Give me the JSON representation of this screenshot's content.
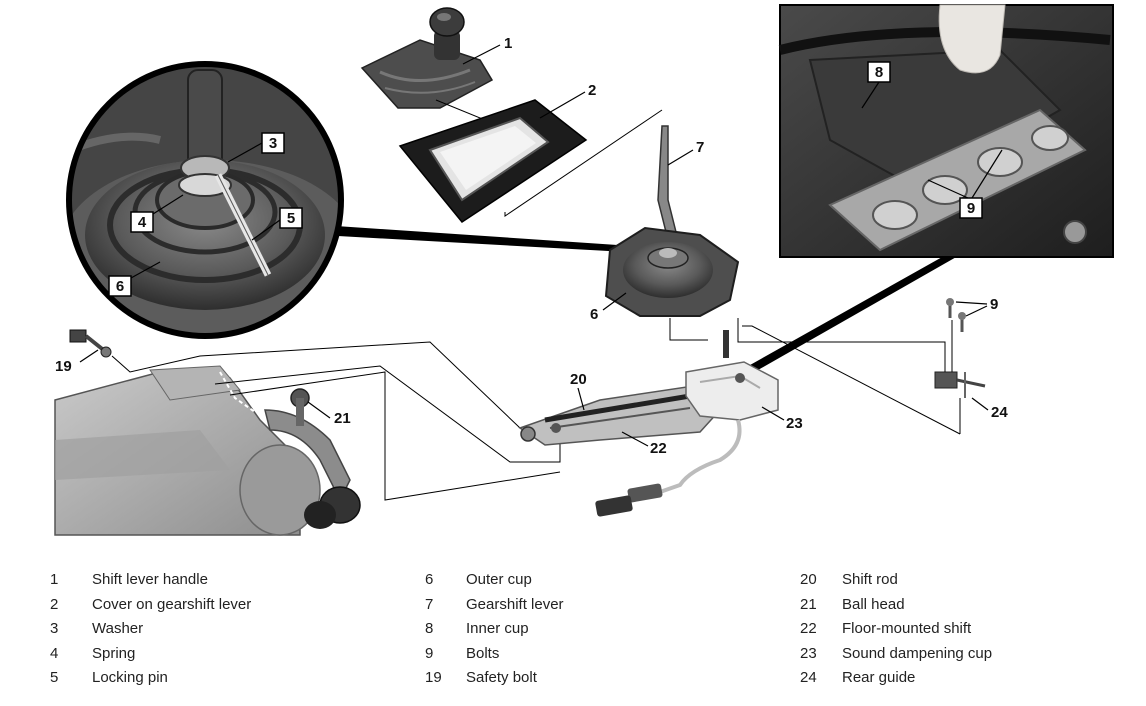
{
  "callouts": {
    "c1": "1",
    "c2": "2",
    "c3": "3",
    "c4": "4",
    "c5": "5",
    "c6a": "6",
    "c6b": "6",
    "c7": "7",
    "c8": "8",
    "c9a": "9",
    "c9b": "9",
    "c19": "19",
    "c20": "20",
    "c21": "21",
    "c22": "22",
    "c23": "23",
    "c24": "24"
  },
  "legend": {
    "col1": [
      {
        "num": "1",
        "text": "Shift lever handle"
      },
      {
        "num": "2",
        "text": "Cover on gearshift lever"
      },
      {
        "num": "3",
        "text": "Washer"
      },
      {
        "num": "4",
        "text": "Spring"
      },
      {
        "num": "5",
        "text": "Locking pin"
      }
    ],
    "col2": [
      {
        "num": "6",
        "text": "Outer cup"
      },
      {
        "num": "7",
        "text": "Gearshift lever"
      },
      {
        "num": "8",
        "text": "Inner cup"
      },
      {
        "num": "9",
        "text": "Bolts"
      },
      {
        "num": "19",
        "text": "Safety bolt"
      }
    ],
    "col3": [
      {
        "num": "20",
        "text": "Shift rod"
      },
      {
        "num": "21",
        "text": "Ball head"
      },
      {
        "num": "22",
        "text": "Floor-mounted shift"
      },
      {
        "num": "23",
        "text": "Sound dampening cup"
      },
      {
        "num": "24",
        "text": "Rear guide"
      }
    ]
  }
}
